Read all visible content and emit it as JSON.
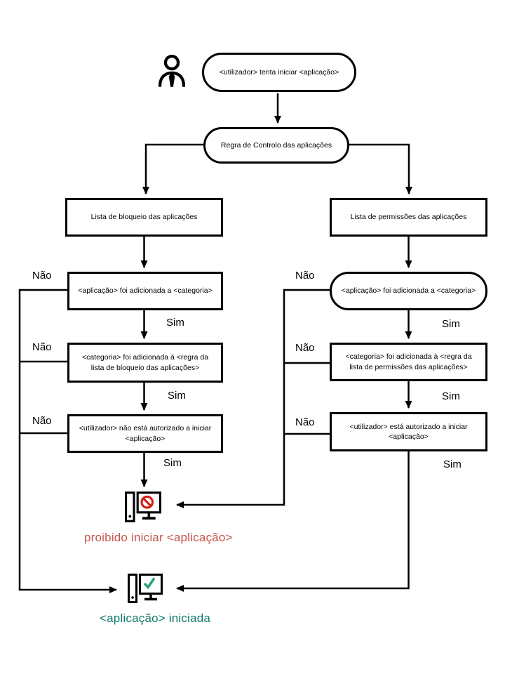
{
  "flowchart": {
    "start": "<utilizador> tenta iniciar <aplicação>",
    "rule": "Regra de Controlo das aplicações",
    "labels": {
      "no": "Não",
      "yes": "Sim"
    },
    "left": {
      "title": "Lista de bloqueio das aplicações",
      "steps": [
        "<aplicação> foi adicionada a <categoria>",
        "<categoria> foi adicionada à <regra da lista de bloqueio das aplicações>",
        "<utilizador> não está autorizado a iniciar <aplicação>"
      ],
      "result": "proibido iniciar <aplicação>",
      "result_color": "#c4554f"
    },
    "right": {
      "title": "Lista de permissões das aplicações",
      "steps": [
        "<aplicação> foi adicionada a <categoria>",
        "<categoria> foi adicionada à <regra da lista de permissões das aplicações>",
        "<utilizador> está autorizado a iniciar <aplicação>"
      ],
      "result": "<aplicação> iniciada",
      "result_color": "#107c6c"
    },
    "icons": {
      "user": "user-icon",
      "blocked_computer": "computer-prohibited-icon",
      "started_computer": "computer-check-icon"
    },
    "colors": {
      "line": "#000000",
      "prohibition_sign": "#d21e12",
      "check_mark": "#23a07e"
    }
  }
}
